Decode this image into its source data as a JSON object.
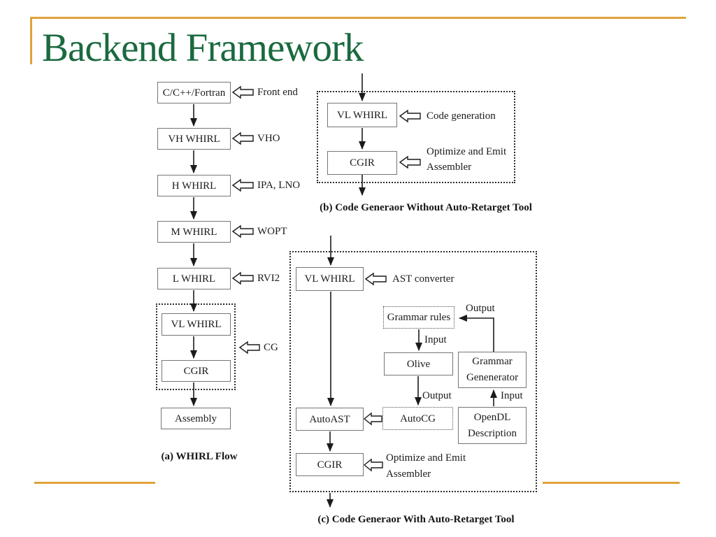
{
  "slide": {
    "title": "Backend Framework"
  },
  "colors": {
    "title_green": "#1a6a3f",
    "accent_orange": "#e0a239"
  },
  "flow_a": {
    "caption": "(a) WHIRL Flow",
    "nodes": {
      "source": "C/C++/Fortran",
      "vh": "VH WHIRL",
      "h": "H WHIRL",
      "m": "M WHIRL",
      "l": "L WHIRL",
      "vl": "VL WHIRL",
      "cgir": "CGIR",
      "assembly": "Assembly"
    },
    "labels": {
      "front_end": "Front end",
      "vho": "VHO",
      "ipa_lno": "IPA, LNO",
      "wopt": "WOPT",
      "rvi2": "RVI2",
      "cg": "CG"
    }
  },
  "flow_b": {
    "caption": "(b) Code Generaor Without Auto-Retarget Tool",
    "nodes": {
      "vl": "VL WHIRL",
      "cgir": "CGIR"
    },
    "labels": {
      "code_generation": "Code generation",
      "optimize_1": "Optimize and Emit",
      "optimize_2": "Assembler"
    }
  },
  "flow_c": {
    "caption": "(c) Code Generaor With Auto-Retarget Tool",
    "nodes": {
      "vl": "VL WHIRL",
      "grammar_rules": "Grammar rules",
      "olive": "Olive",
      "grammar_gen_1": "Grammar",
      "grammar_gen_2": "Genenerator",
      "autoast": "AutoAST",
      "autocg": "AutoCG",
      "opendl_1": "OpenDL",
      "opendl_2": "Description",
      "cgir": "CGIR"
    },
    "labels": {
      "ast_converter": "AST converter",
      "output_grammar": "Output",
      "input_grammar": "Input",
      "output_olive": "Output",
      "input_opendl": "Input",
      "optimize_1": "Optimize and Emit",
      "optimize_2": "Assembler"
    }
  }
}
